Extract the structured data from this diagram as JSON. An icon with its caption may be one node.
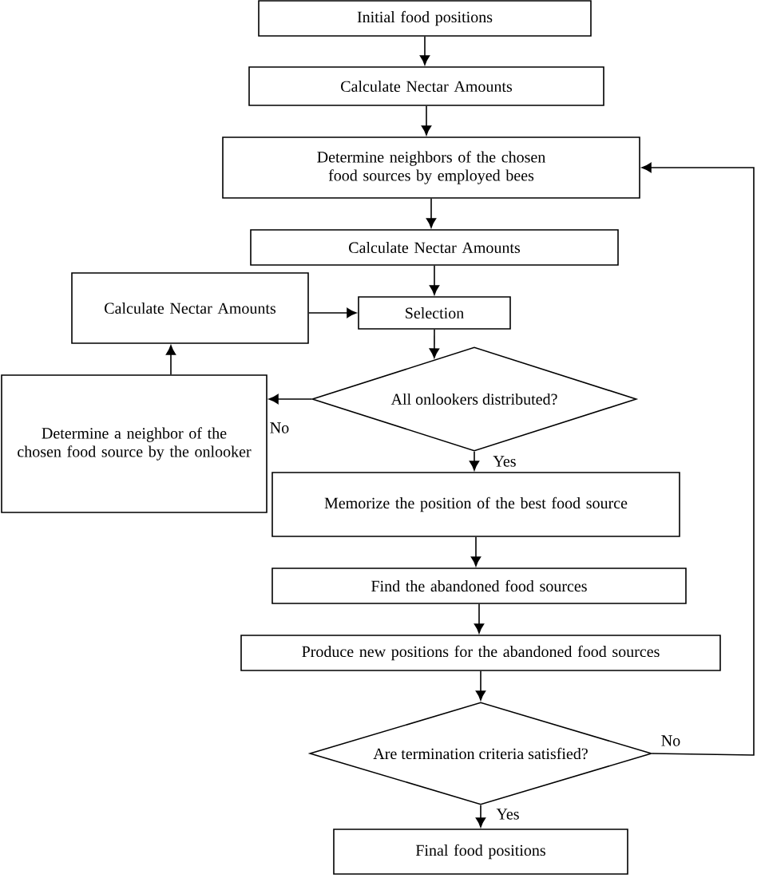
{
  "diagram": {
    "nodes": [
      {
        "text": [
          "Initial food positions"
        ]
      },
      {
        "text": [
          "Calculate Nectar Amounts"
        ]
      },
      {
        "text": [
          "Determine neighbors of the chosen food sources by employed bees"
        ]
      },
      {
        "text": [
          "Calculate Nectar Amounts"
        ]
      },
      {
        "text": [
          "Calculate Nectar Amounts"
        ]
      },
      {
        "text": [
          "Selection"
        ]
      },
      {
        "text": [
          "All onlookers distributed?"
        ]
      },
      {
        "text": [
          "Determine a neighbor of the chosen food source by the onlooker"
        ]
      },
      {
        "text": [
          "Memorize the position of the best food source"
        ]
      },
      {
        "text": [
          "Find the abandoned food sources"
        ]
      },
      {
        "text": [
          "Produce new positions for the abandoned food sources"
        ]
      },
      {
        "text": [
          "Are termination criteria satisfied?"
        ]
      },
      {
        "text": [
          "Final food positions"
        ]
      }
    ],
    "edges": [
      {
        "from": 0,
        "to": 1,
        "arrow": "to"
      },
      {
        "from": 1,
        "to": 2,
        "arrow": "to"
      },
      {
        "from": 2,
        "to": 3,
        "arrow": "to"
      },
      {
        "from": 3,
        "to": 5,
        "arrow": "to"
      },
      {
        "from": 4,
        "to": 5,
        "arrow": "to"
      },
      {
        "from": 5,
        "to": 6,
        "arrow": "to"
      },
      {
        "from": 6,
        "to": 7,
        "arrow": "to",
        "label": "No"
      },
      {
        "from": 7,
        "to": 4,
        "arrow": "to"
      },
      {
        "from": 6,
        "to": 8,
        "arrow": "to",
        "label": "Yes"
      },
      {
        "from": 8,
        "to": 9,
        "arrow": "to"
      },
      {
        "from": 9,
        "to": 10,
        "arrow": "to"
      },
      {
        "from": 10,
        "to": 11,
        "arrow": "to"
      },
      {
        "from": 11,
        "to": 12,
        "arrow": "to",
        "label": "Yes"
      },
      {
        "from": 11,
        "to": 2,
        "arrow": "to",
        "label": "No"
      }
    ]
  }
}
